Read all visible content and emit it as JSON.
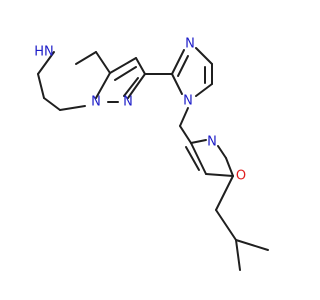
{
  "colors": {
    "bond": "#1f1f1f",
    "nitrogen": "#1d1dc8",
    "oxygen": "#e01e1e",
    "background": "#ffffff"
  },
  "atom_labels": [
    {
      "id": "nh",
      "text": "HN",
      "element": "N"
    },
    {
      "id": "n-pyrazole-1",
      "text": "N",
      "element": "N"
    },
    {
      "id": "n-pyrazole-2",
      "text": "N",
      "element": "N"
    },
    {
      "id": "n-imidazole-3",
      "text": "N",
      "element": "N"
    },
    {
      "id": "n-imidazole-1",
      "text": "N",
      "element": "N"
    },
    {
      "id": "n-isoxazole",
      "text": "N",
      "element": "N"
    },
    {
      "id": "o-isoxazole",
      "text": "O",
      "element": "O"
    }
  ]
}
